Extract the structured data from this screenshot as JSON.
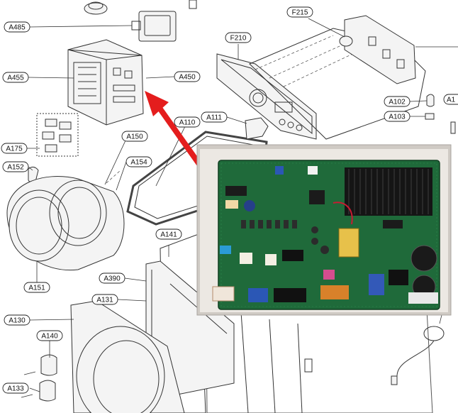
{
  "labels": {
    "a485": "A485",
    "a455": "A455",
    "a450": "A450",
    "a175": "A175",
    "a152": "A152",
    "a150": "A150",
    "a154": "A154",
    "a151": "A151",
    "a110": "A110",
    "a111": "A111",
    "a141": "A141",
    "a390": "A390",
    "a131": "A131",
    "a130": "A130",
    "a140": "A140",
    "a133": "A133",
    "f215": "F215",
    "f210": "F210",
    "a102": "A102",
    "a103": "A103",
    "a1": "A1"
  },
  "colors": {
    "arrow": "#e41d1d",
    "pcb": "#1f6a3a",
    "heatsink": "#151515"
  }
}
